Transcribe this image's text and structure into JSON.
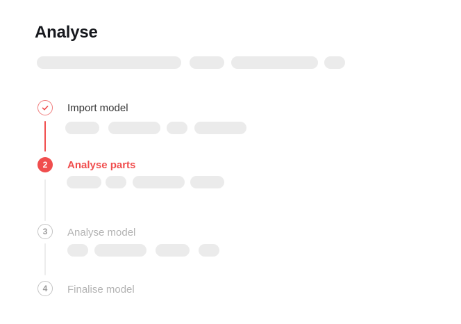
{
  "page": {
    "title": "Analyse"
  },
  "colors": {
    "accent": "#f04e4e",
    "done_label": "#333333",
    "pending": "#b3b3b3",
    "skeleton": "#ebebeb"
  },
  "steps": [
    {
      "state": "completed",
      "icon": "check-icon",
      "label": "Import model"
    },
    {
      "state": "active",
      "number": "2",
      "label": "Analyse parts"
    },
    {
      "state": "pending",
      "number": "3",
      "label": "Analyse model"
    },
    {
      "state": "pending",
      "number": "4",
      "label": "Finalise model"
    }
  ]
}
